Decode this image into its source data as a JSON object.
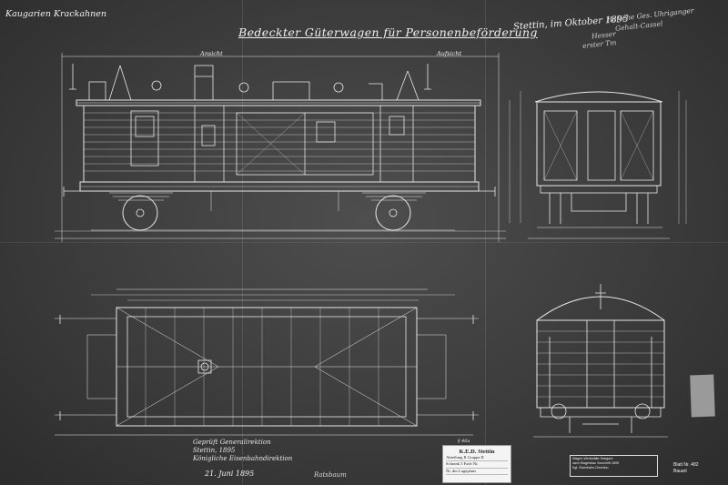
{
  "header": {
    "railway": "Kaugarien Krackahnen",
    "title": "Bedeckter Güterwagen für Personenbeförderung",
    "label_side_view": "Ansicht",
    "label_top_view": "Aufsicht"
  },
  "annotations": {
    "place_date": "Stettin, im Oktober 1895",
    "note_lines": [
      "Hafsche Ges. Uhriganger",
      "Gehalt-Cassel",
      "Hesser",
      "erster Tm"
    ]
  },
  "approval": {
    "lines": [
      "Geprüft Generalirektion",
      "Stettin, 1895",
      "Königliche Eisenbahndirektion"
    ],
    "date": "21. Juni 1895",
    "signer": "Ratsbaum"
  },
  "stamp": {
    "badge": "§ 46a",
    "org": "K.E.D. Stettin",
    "rows": [
      "Abteilung  II  Gruppe  II",
      "Schrank  5  Fach Nr.",
      "Nr. des Lageplans"
    ]
  },
  "right_box": {
    "lines": [
      "Wagen-Werkstätte Stargard",
      "nach Wagenbau Vorschrift 1895",
      "Kgl. Eisenbahn-Direction"
    ]
  },
  "sheet_number": [
    "Blatt Nr. 482",
    "Bauart"
  ],
  "colors": {
    "paper": "#3c3c3c",
    "ink": "#f2f2f2",
    "stamp": "#f4f4f4"
  }
}
